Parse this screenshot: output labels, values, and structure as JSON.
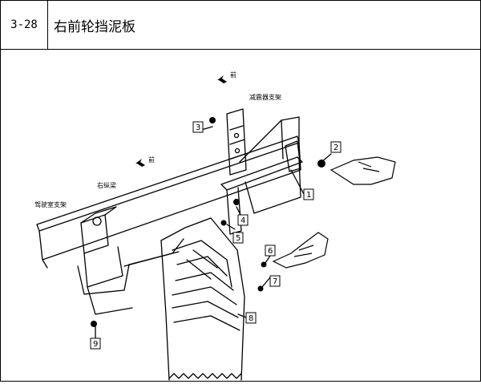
{
  "header": {
    "section_number": "3-28",
    "title": "右前轮挡泥板"
  },
  "figure": {
    "labels": {
      "front_top": "前",
      "front_mid": "前",
      "shock_bracket": "减震器支架",
      "right_rail": "右纵梁",
      "cab_bracket": "驾驶室支架"
    },
    "callouts": [
      "1",
      "2",
      "3",
      "4",
      "5",
      "6",
      "7",
      "8",
      "9"
    ]
  }
}
